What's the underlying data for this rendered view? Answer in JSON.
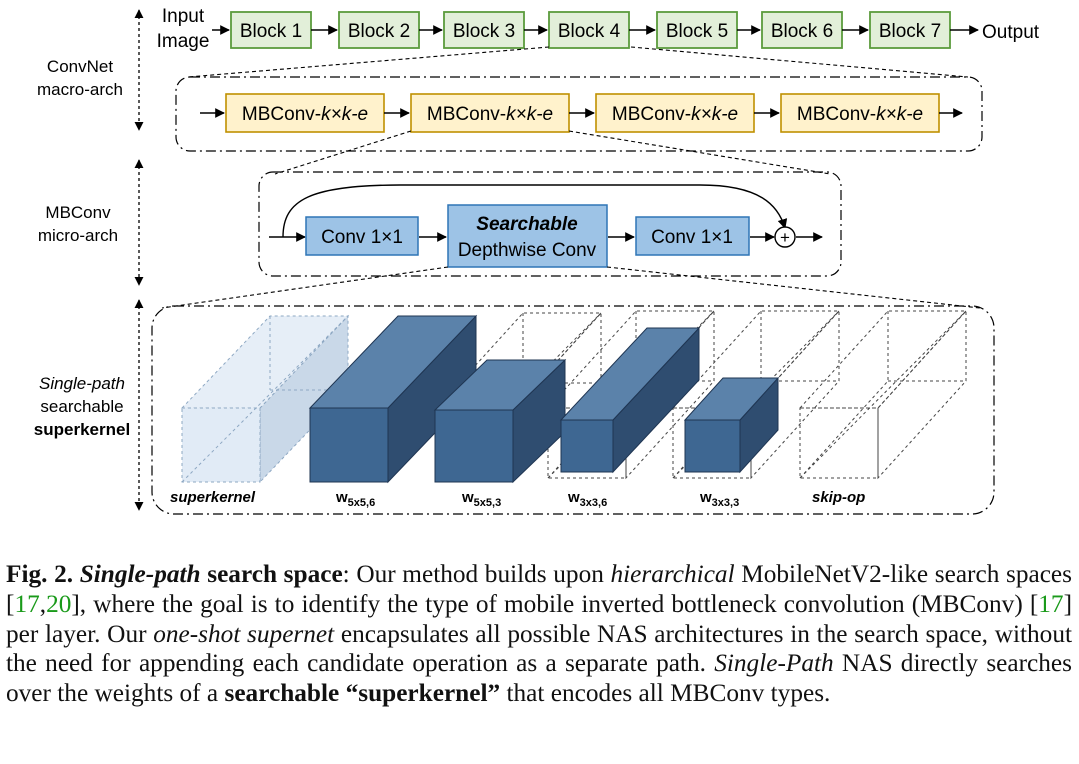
{
  "macro": {
    "side_label": [
      "ConvNet",
      "macro-arch"
    ],
    "input_label": [
      "Input",
      "Image"
    ],
    "output_label": "Output",
    "blocks": [
      "Block 1",
      "Block 2",
      "Block 3",
      "Block 4",
      "Block 5",
      "Block 6",
      "Block 7"
    ],
    "mbconv_prefix": "MBConv-",
    "mbconv_suffix": "k×k-e",
    "mbconv_count": 4
  },
  "micro": {
    "side_label": [
      "MBConv",
      "micro-arch"
    ],
    "conv_left": "Conv 1×1",
    "searchable_title": "Searchable",
    "searchable_sub": "Depthwise Conv",
    "conv_right": "Conv 1×1",
    "add_symbol": "+"
  },
  "superkernel": {
    "side_label_italic": "Single-path",
    "side_label_plain": "searchable",
    "side_label_bold": "superkernel",
    "labels": {
      "superkernel": "superkernel",
      "w556": {
        "main": "w",
        "sub": "5x5,6"
      },
      "w553": {
        "main": "w",
        "sub": "5x5,3"
      },
      "w336": {
        "main": "w",
        "sub": "3x3,6"
      },
      "w333": {
        "main": "w",
        "sub": "3x3,3"
      },
      "skip": "skip-op"
    }
  },
  "colors": {
    "block_fill": "#e2efd9",
    "block_stroke": "#5b9b3c",
    "mbconv_fill": "#fff2cc",
    "mbconv_stroke": "#bf9000",
    "conv_fill": "#9dc3e6",
    "conv_stroke": "#2e75b6",
    "cube_front": "#3e6792",
    "cube_top": "#5b82aa",
    "cube_side": "#2f4d70",
    "ghost_fill": "#dce8f5",
    "citation": "#1a9a1a"
  },
  "caption": {
    "fig_label": "Fig. 2.",
    "title_italic": "Single-path",
    "title_rest": "search space",
    "p1": ": Our method builds upon ",
    "p1_italic": "hierarchical",
    "p2": " MobileNetV2-like search spaces [",
    "cite1": "17",
    "comma": ",",
    "cite2": "20",
    "p3": "], where the goal is to identify the type of mobile inverted bottleneck convolution (MBConv) [",
    "cite3": "17",
    "p4": "] per layer. Our ",
    "p4_italic": "one-shot supernet",
    "p5": " encapsulates all possible NAS architectures in the search space, without the need for appending each candidate operation as a separate path. ",
    "p5_italic": "Single-Path",
    "p6": " NAS directly searches over the weights of a ",
    "p6_bold": "searchable “superkernel”",
    "p7": " that encodes all MBConv types."
  }
}
